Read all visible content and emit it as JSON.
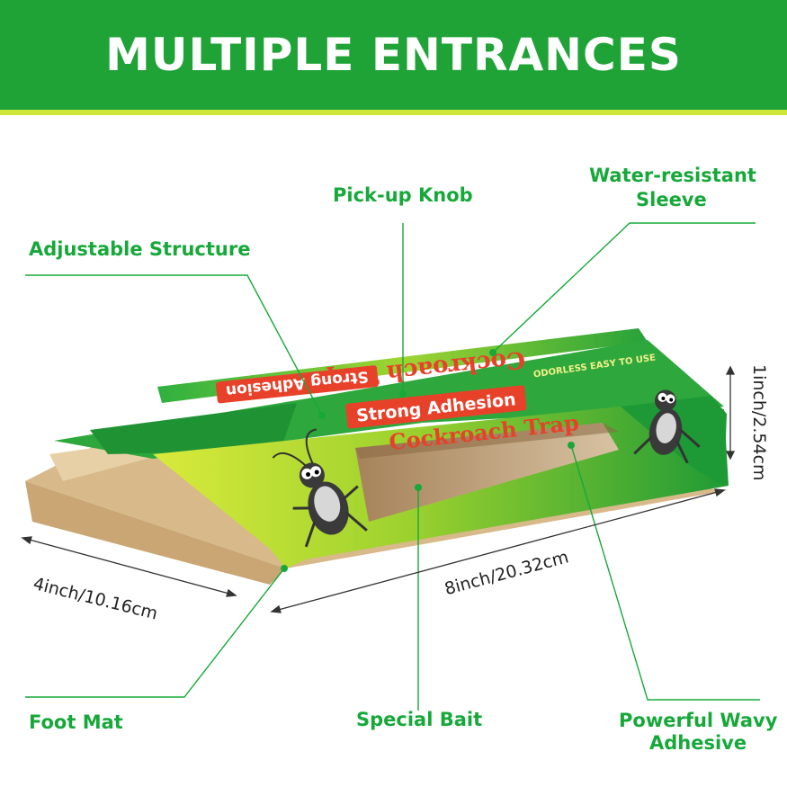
{
  "header": {
    "title": "MULTIPLE ENTRANCES"
  },
  "callouts": {
    "pickup_knob": "Pick-up Knob",
    "water_resistant_line1": "Water-resistant",
    "water_resistant_line2": "Sleeve",
    "adjustable_structure": "Adjustable Structure",
    "foot_mat": "Foot Mat",
    "special_bait": "Special Bait",
    "powerful_line1": "Powerful Wavy",
    "powerful_line2": "Adhesive"
  },
  "dimensions": {
    "width": "4inch/10.16cm",
    "length": "8inch/20.32cm",
    "height": "1inch/2.54cm"
  },
  "product": {
    "brand_text": "Cockroach Trap",
    "adhesion_text": "Strong Adhesion",
    "tag_text": "ODORLESS EASY TO USE"
  },
  "colors": {
    "header_green": "#1fa336",
    "accent_lime": "#cfe63a",
    "callout_green": "#17a83a"
  }
}
